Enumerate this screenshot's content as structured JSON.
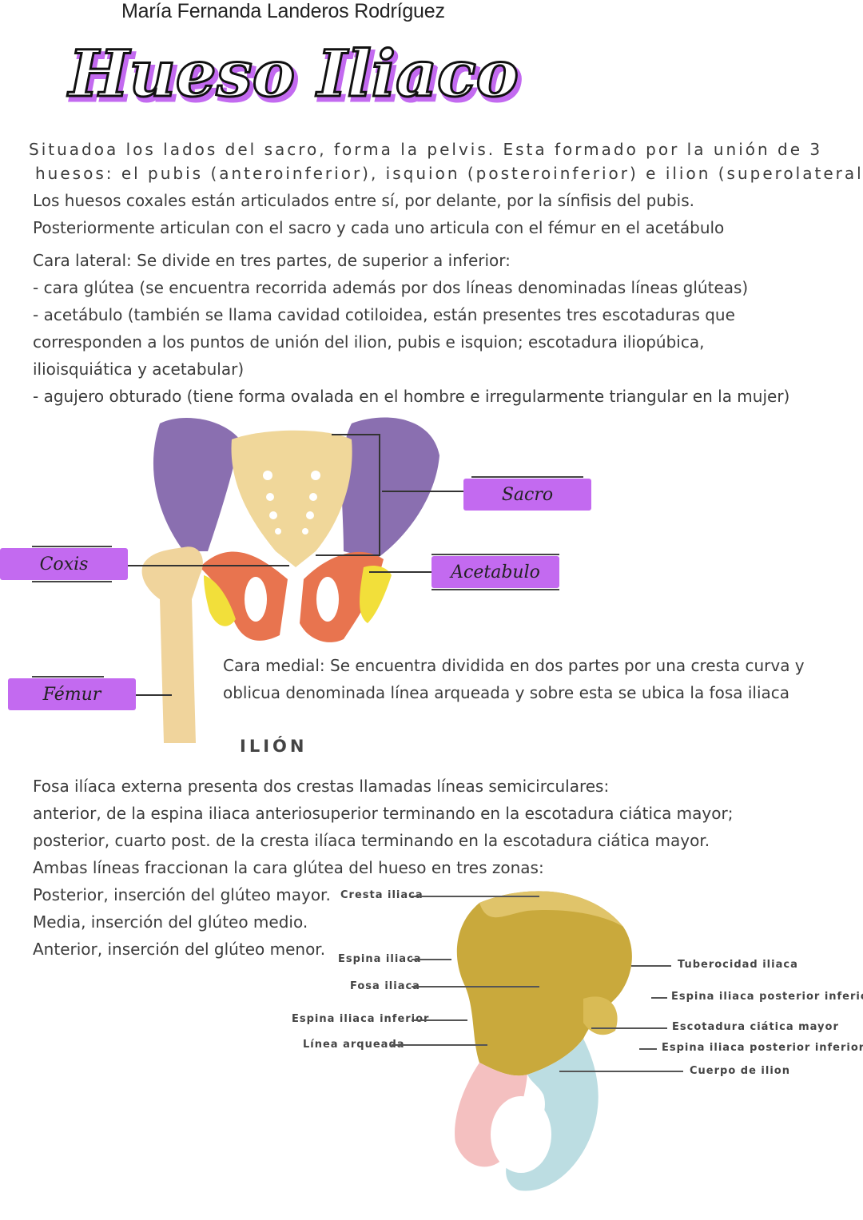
{
  "header": {
    "author": "María Fernanda Landeros Rodríguez",
    "title": "Hueso Iliaco"
  },
  "intro": {
    "line1": "Situadoa los lados del sacro, forma la pelvis. Esta formado por la unión de  3",
    "line2": "huesos: el  pubis (anteroinferior),  isquion (posteroinferior) e ilion (superolateral)",
    "line3": "Los huesos coxales están articulados entre sí, por  delante,  por  la  sínfisis  del  pubis.",
    "line4": "Posteriormente articulan con el sacro y  cada uno articula con el fémur en el acetábulo"
  },
  "lateral": {
    "line1": "Cara  lateral:  Se  divide  en  tres  partes,  de superior a inferior:",
    "line2": "- cara glútea (se  encuentra recorrida además por dos líneas denominadas líneas glúteas)",
    "line3": "- acetábulo (también  se  llama  cavidad cotiloidea, están  presentes  tres  escotaduras  que",
    "line4": "corresponden  a  los  puntos  de  unión  del  ilion,  pubis   e   isquion;  escotadura   iliopúbica,",
    "line5": "ilioisquiática y acetabular)",
    "line6": "- agujero obturado (tiene forma ovalada en el hombre e irregularmente triangular en la mujer)"
  },
  "pelvis_labels": {
    "sacro": "Sacro",
    "coxis": "Coxis",
    "acetabulo": "Acetabulo",
    "femur": "Fémur"
  },
  "medial": {
    "line1": "Cara medial: Se encuentra dividida en dos partes  por  una  cresta  curva  y",
    "line2": "oblicua denominada  línea  arqueada  y  sobre  esta  se ubica la fosa iliaca"
  },
  "ilion": {
    "heading": "ILIÓN",
    "line1": "Fosa ilíaca   externa presenta dos crestas llamadas líneas semicirculares:",
    "line2": "anterior, de la espina iliaca anteriosuperior terminando en la escotadura ciática mayor;",
    "line3": "posterior, cuarto post. de la cresta ilíaca terminando en la escotadura ciática mayor.",
    "line4": "Ambas líneas fraccionan la cara glútea del hueso en tres zonas:",
    "line5": "Posterior, inserción del glúteo mayor.",
    "line6": "Media, inserción del glúteo medio.",
    "line7": "Anterior, inserción del glúteo menor."
  },
  "ilion_labels": {
    "cresta": "Cresta iliaca",
    "espina": "Espina iliaca",
    "fosa": "Fosa iliaca",
    "espina_inferior": "Espina iliaca inferior",
    "linea": "Línea arqueada",
    "tuberocidad": "Tuberocidad iliaca",
    "espina_post_inf1": "Espina iliaca posterior inferior",
    "escotadura": "Escotadura ciática mayor",
    "espina_post_inf2": "Espina iliaca posterior inferior",
    "cuerpo": "Cuerpo de ilion"
  },
  "colors": {
    "accent": "#c36af0",
    "ilium": "#8a6fb0",
    "sacrum": "#f0d79a",
    "pubis": "#e8744f",
    "ischium": "#f2df3a",
    "bone": "#f0d49c"
  }
}
